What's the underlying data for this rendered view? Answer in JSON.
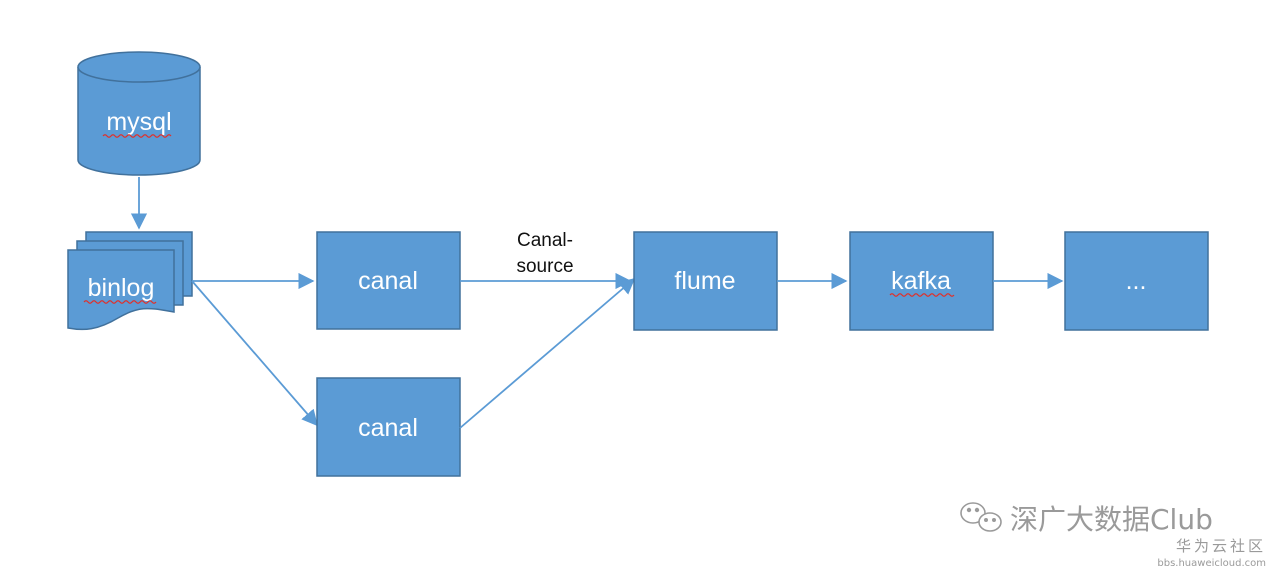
{
  "nodes": {
    "mysql": "mysql",
    "binlog": "binlog",
    "canal_top": "canal",
    "canal_bottom": "canal",
    "flume": "flume",
    "kafka": "kafka",
    "ellipsis": "..."
  },
  "edge_label": {
    "line1": "Canal-",
    "line2": "source"
  },
  "watermark": {
    "title": "深广大数据Club",
    "subtitle": "华为云社区",
    "url": "bbs.huaweicloud.com"
  },
  "colors": {
    "node_fill": "#5b9bd5",
    "node_stroke": "#41719c",
    "edge": "#5b9bd5",
    "spellcheck_underline": "#e0302a"
  },
  "icons": {
    "watermark_logo": "wechat-icon"
  }
}
